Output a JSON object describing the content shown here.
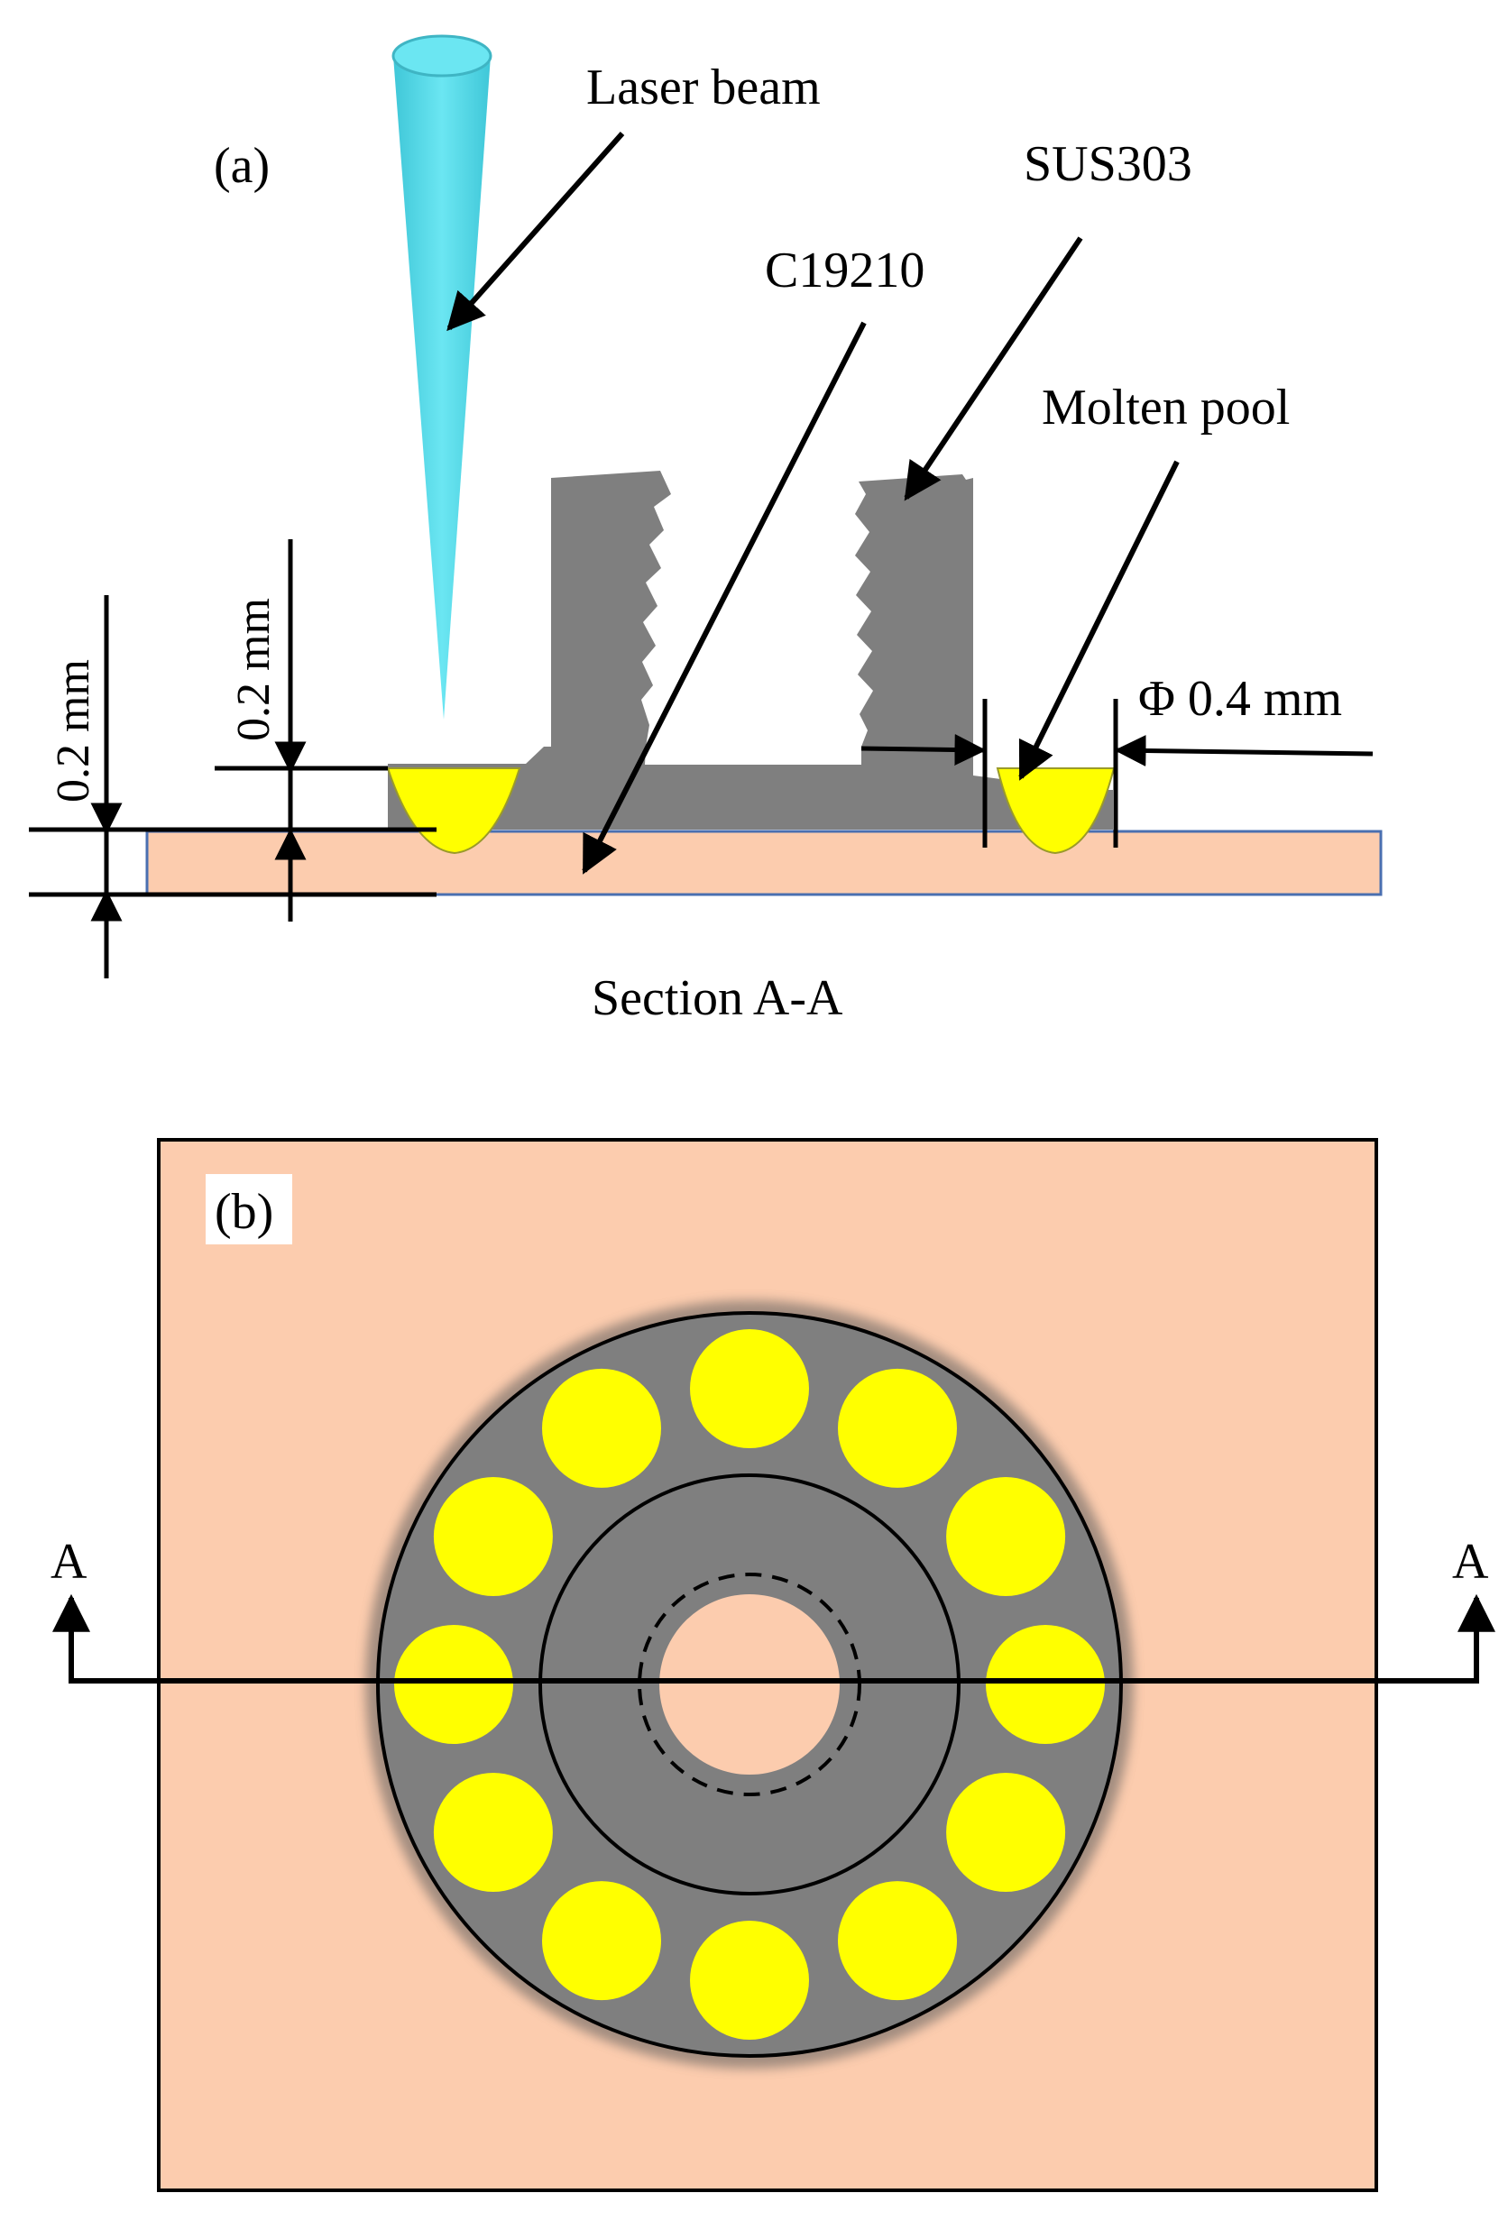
{
  "panel_a": {
    "label": "(a)",
    "laser_beam": "Laser beam",
    "sus303": "SUS303",
    "c19210": "C19210",
    "molten_pool": "Molten pool",
    "dim_outer": "0.2 mm",
    "dim_inner": "0.2 mm",
    "dim_diameter": "Φ 0.4 mm",
    "section_caption": "Section A-A"
  },
  "panel_b": {
    "label": "(b)",
    "section_mark_left": "A",
    "section_mark_right": "A",
    "molten_pool_count": 12
  },
  "colors": {
    "copper": "#FCCCAE",
    "steel": "#7F7F7F",
    "molten_pool": "#FFFF00",
    "laser": "#5BDDEB"
  }
}
